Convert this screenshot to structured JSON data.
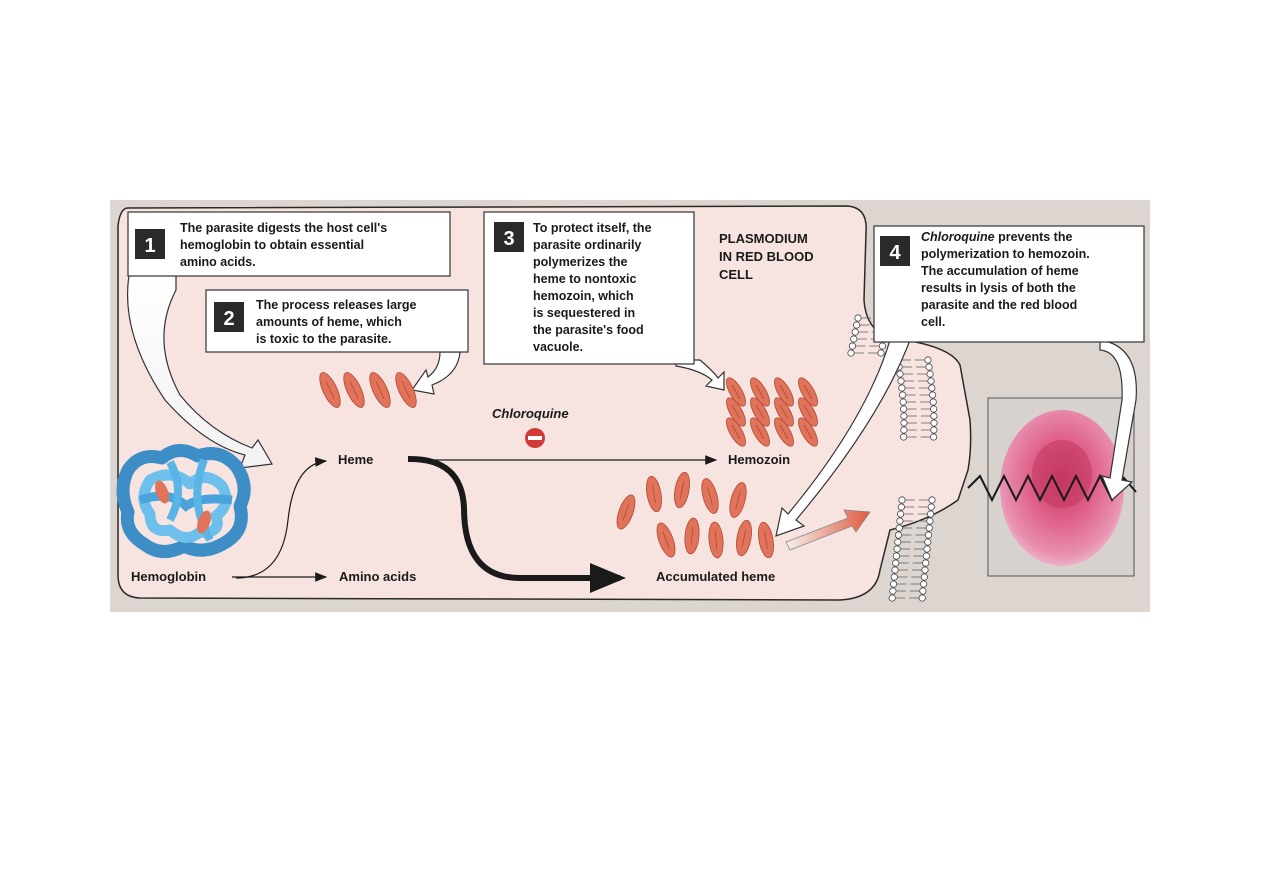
{
  "colors": {
    "frame_bg": "#ddd6d0",
    "cell_fill": "#f7e4e1",
    "callout_fill": "#ffffff",
    "heme_fill": "#e0735a",
    "hemoglobin_blue": "#5aaee0",
    "inhibit_red": "#d23a3a",
    "rbc_pink": "#d9507a"
  },
  "callouts": [
    {
      "number": "1",
      "lines": [
        "The parasite digests the host cell's",
        "hemoglobin to obtain essential",
        "amino acids."
      ]
    },
    {
      "number": "2",
      "lines": [
        "The process releases large",
        "amounts of  heme, which",
        "is toxic to the parasite."
      ]
    },
    {
      "number": "3",
      "lines": [
        "To protect itself, the",
        "parasite ordinarily",
        "polymerizes the",
        "heme to nontoxic",
        "hemozoin, which",
        "is sequestered in",
        "the parasite's food",
        "vacuole."
      ]
    },
    {
      "number": "4",
      "italic_lead": "Chloroquine",
      "lines": [
        " prevents the",
        "polymerization to hemozoin.",
        "The accumulation of heme",
        "results in lysis of both the",
        "parasite and the red blood",
        "cell."
      ]
    }
  ],
  "plasmodium_label": [
    "PLASMODIUM",
    "IN RED BLOOD",
    "CELL"
  ],
  "labels": {
    "hemoglobin": "Hemoglobin",
    "amino_acids": "Amino acids",
    "heme": "Heme",
    "hemozoin": "Hemozoin",
    "accumulated_heme": "Accumulated heme",
    "chloroquine": "Chloroquine"
  },
  "icons": [
    "hemoglobin-molecule-icon",
    "heme-crystal-icon",
    "inhibit-icon",
    "membrane-icon",
    "red-blood-cell-icon"
  ]
}
